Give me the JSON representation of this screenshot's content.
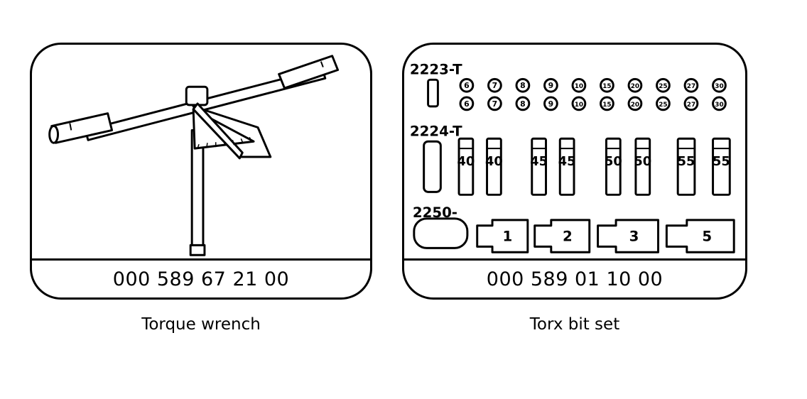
{
  "torque_wrench": {
    "part_number": "000 589 67 21 00",
    "caption": "Torque wrench"
  },
  "torx_set": {
    "part_number": "000 589 01 10 00",
    "caption": "Torx bit set",
    "row1": {
      "label": "2223-T",
      "sizes": [
        "6",
        "7",
        "8",
        "9",
        "10",
        "15",
        "20",
        "25",
        "27",
        "30"
      ]
    },
    "row2": {
      "label": "2224-T",
      "sizes": [
        "40",
        "40",
        "45",
        "45",
        "50",
        "50",
        "55",
        "55"
      ]
    },
    "row3": {
      "label": "2250-",
      "sizes": [
        "1",
        "2",
        "3",
        "5"
      ]
    }
  }
}
